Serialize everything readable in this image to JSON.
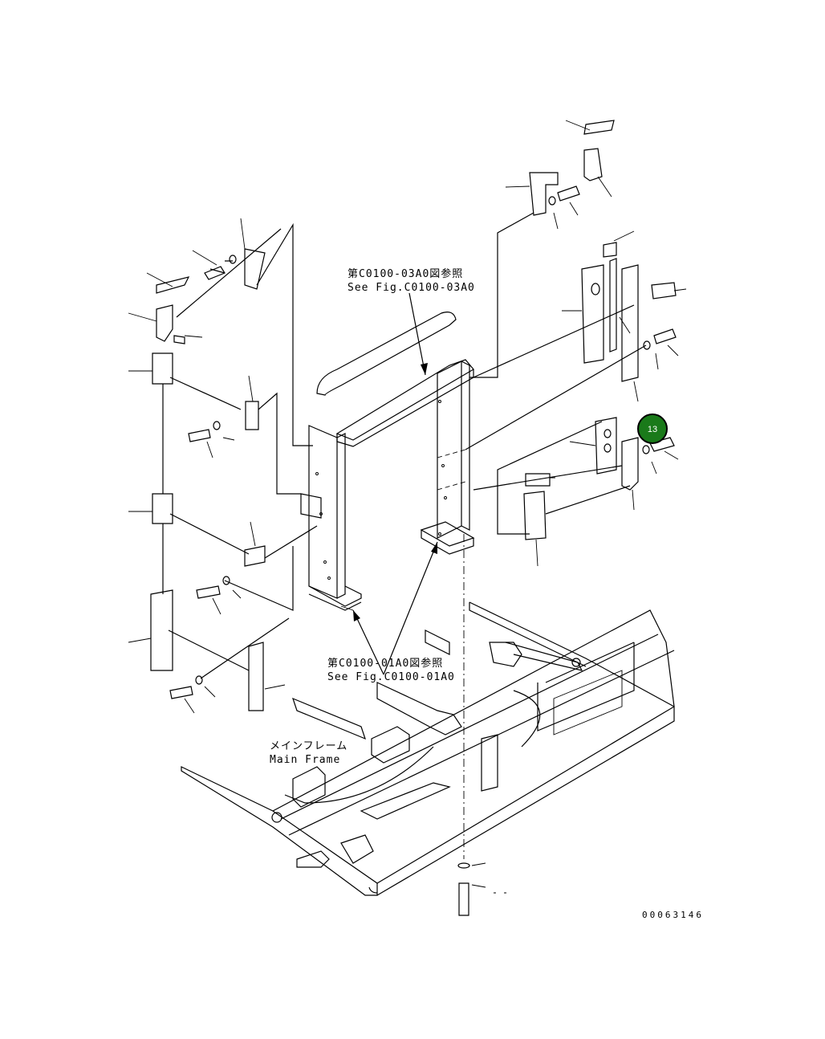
{
  "references": {
    "upper_jp": "第C0100-03A0図参照",
    "upper_en": "See Fig.C0100-03A0",
    "lower_jp": "第C0100-01A0図参照",
    "lower_en": "See Fig.C0100-01A0"
  },
  "main_frame": {
    "jp": "メインフレーム",
    "en": "Main Frame"
  },
  "callout": {
    "number": "13",
    "color": "#1a7a1a",
    "ring_color": "#000000"
  },
  "document_number": "00063146"
}
